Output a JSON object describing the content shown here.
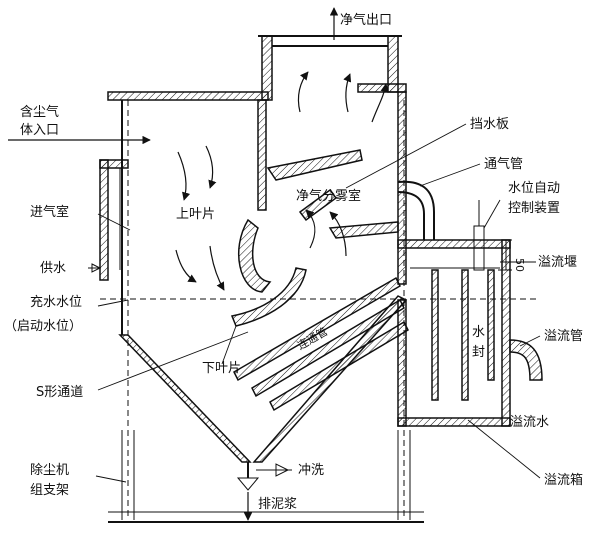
{
  "labels": {
    "clean_gas_outlet": "净气出口",
    "dusty_gas_inlet_1": "含尘气",
    "dusty_gas_inlet_2": "体入口",
    "baffle": "挡水板",
    "vent_pipe": "通气管",
    "water_level_control_1": "水位自动",
    "water_level_control_2": "控制装置",
    "overflow_weir": "溢流堰",
    "overflow_pipe": "溢流管",
    "water_seal_1": "水",
    "water_seal_2": "封",
    "overflow_water": "溢流水",
    "overflow_tank": "溢流箱",
    "flushing": "冲洗",
    "sludge_discharge": "排泥浆",
    "support_frame_1": "除尘机",
    "support_frame_2": "组支架",
    "s_channel": "S形通道",
    "lower_blade": "下叶片",
    "upper_blade": "上叶片",
    "inlet_chamber": "进气室",
    "water_supply": "供水",
    "fill_water_level": "充水水位",
    "start_water_level": "（启动水位）",
    "clean_gas_mist_chamber": "净气分雾室",
    "connecting_pipe": "连通管",
    "dimension": "50"
  }
}
